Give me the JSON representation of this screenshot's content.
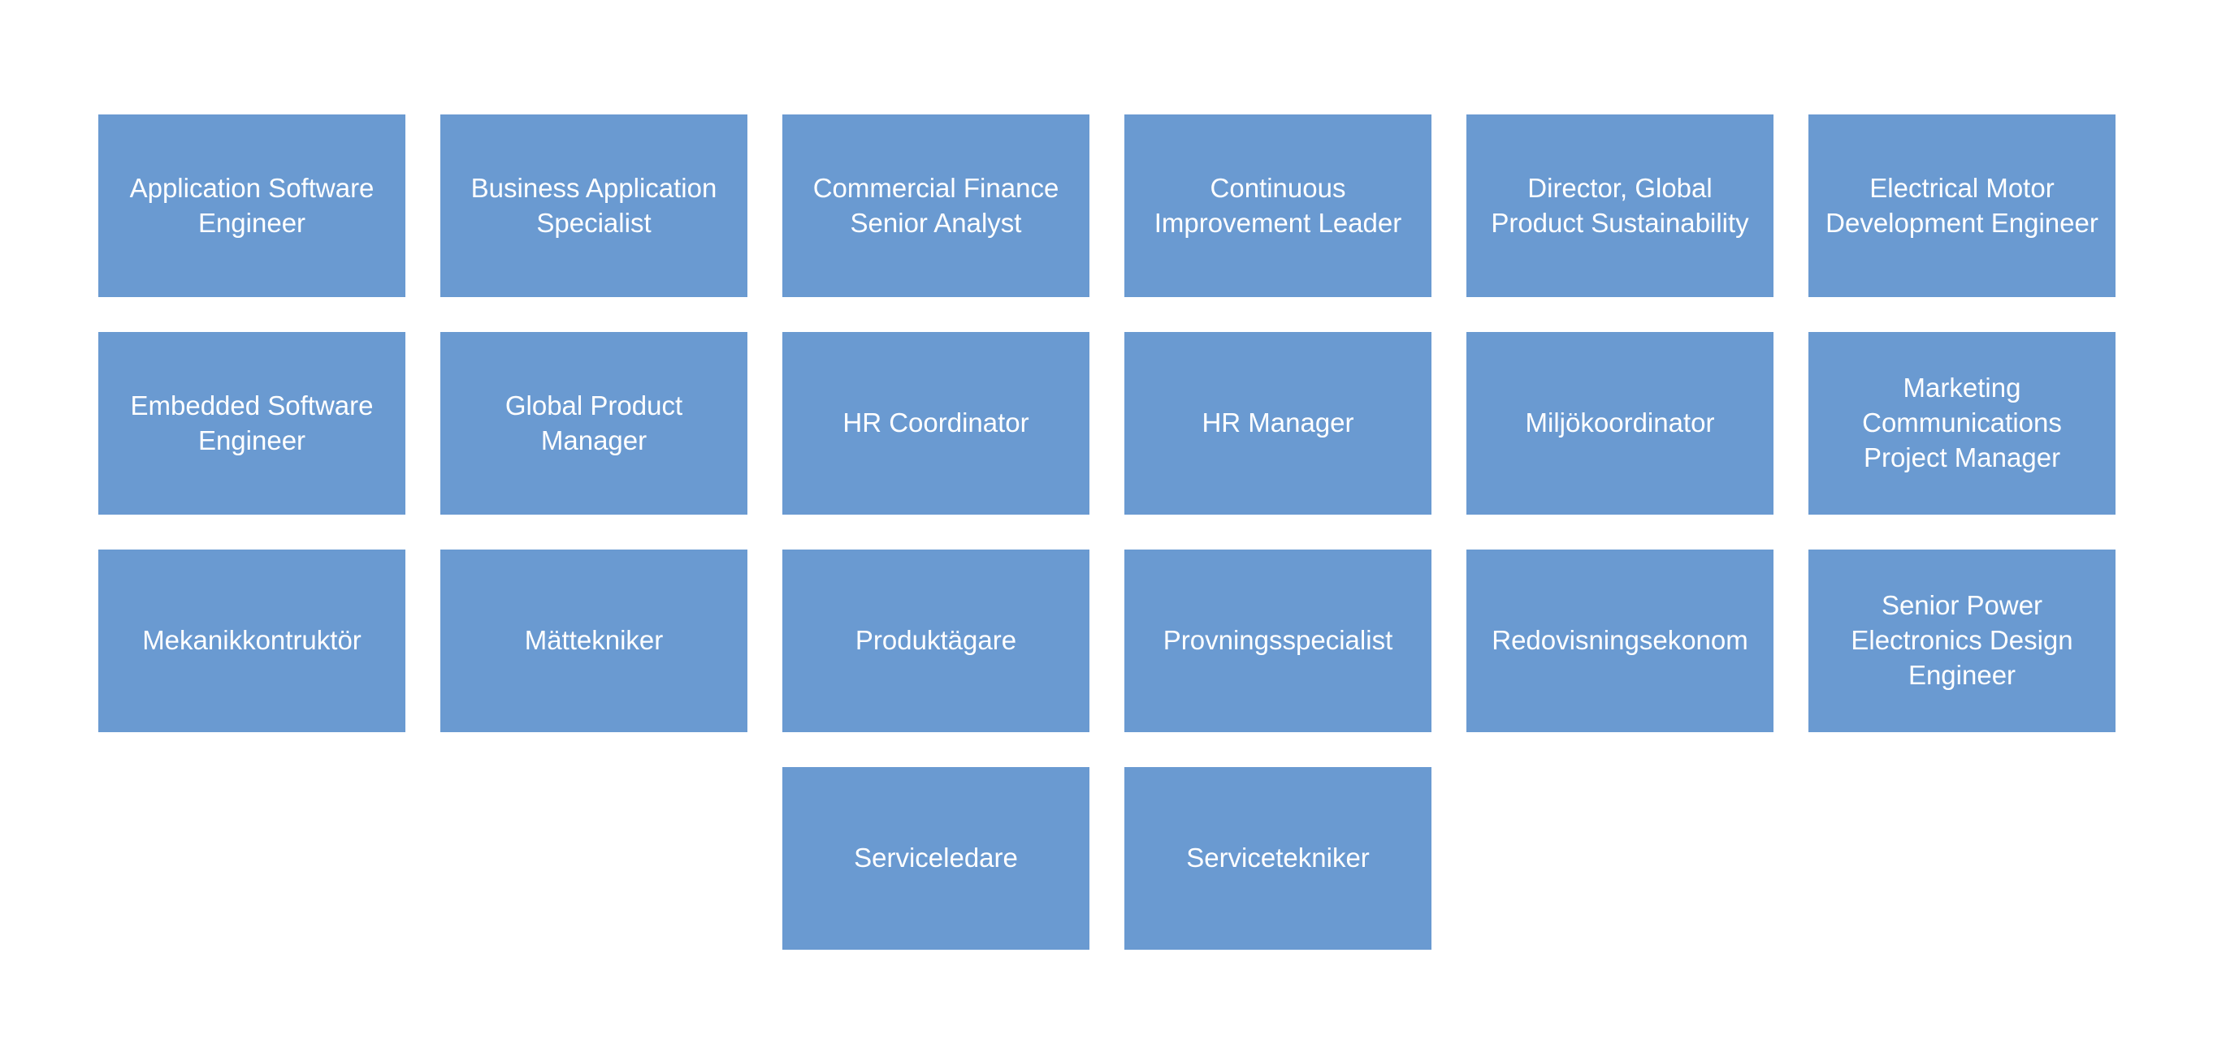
{
  "colors": {
    "tile_fill": "#6a9ad1",
    "tile_text": "#ffffff",
    "background": "#ffffff"
  },
  "rows": [
    [
      "Application Software Engineer",
      "Business Application Specialist",
      "Commercial Finance Senior Analyst",
      "Continuous Improvement Leader",
      "Director, Global Product Sustainability",
      "Electrical Motor Development Engineer"
    ],
    [
      "Embedded Software Engineer",
      "Global Product Manager",
      "HR Coordinator",
      "HR Manager",
      "Miljökoordinator",
      "Marketing Communications Project Manager"
    ],
    [
      "Mekanikkontruktör",
      "Mättekniker",
      "Produktägare",
      "Provningsspecialist",
      "Redovisningsekonom",
      "Senior Power Electronics Design Engineer"
    ],
    [
      "Serviceledare",
      "Servicetekniker"
    ]
  ]
}
